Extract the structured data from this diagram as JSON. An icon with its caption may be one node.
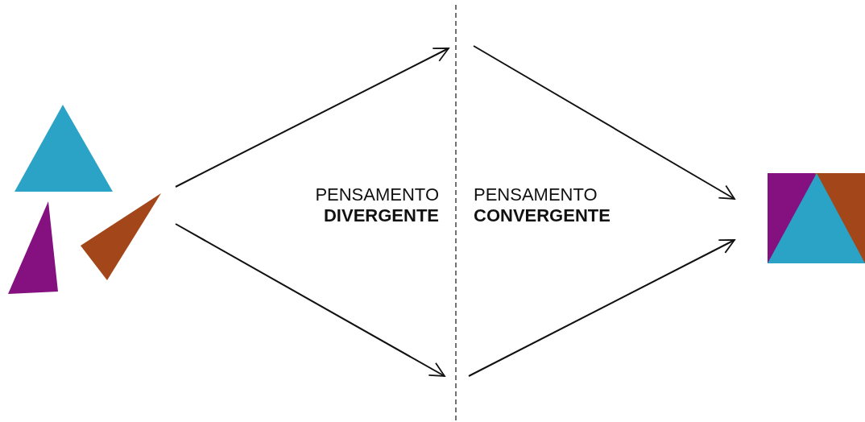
{
  "diagram": {
    "nodes": [
      {
        "text": [],
        "shape": "picture"
      },
      {
        "text": [],
        "shape": "picture"
      }
    ],
    "edges": [
      {
        "from": 0,
        "to": null,
        "arrow": "to"
      },
      {
        "from": 0,
        "to": null,
        "arrow": "to"
      },
      {
        "from": null,
        "to": 1,
        "arrow": "to"
      },
      {
        "from": null,
        "to": 1,
        "arrow": "to"
      }
    ],
    "labels": [
      "PENSAMENTO **DIVERGENTE**",
      "PENSAMENTO **CONVERGENTE**"
    ]
  }
}
